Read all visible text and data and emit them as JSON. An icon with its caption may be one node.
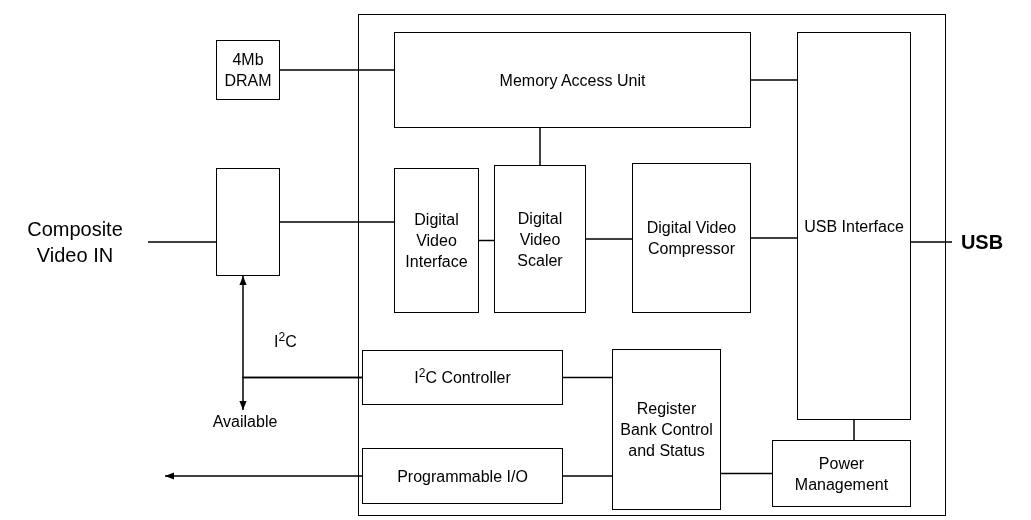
{
  "diagram": {
    "nodes": [
      {
        "text": [
          "Composite Video IN"
        ]
      },
      {
        "text": [
          "4Mb DRAM"
        ]
      },
      {
        "text": [],
        "shape": "box"
      },
      {
        "text": [],
        "shape": "box"
      },
      {
        "text": [
          "Memory Access Unit"
        ],
        "in": 3
      },
      {
        "text": [
          "USB Interface"
        ],
        "in": 3
      },
      {
        "text": [
          "Digital Video Interface"
        ],
        "in": 3
      },
      {
        "text": [
          "Digital Video Scaler"
        ],
        "in": 3
      },
      {
        "text": [
          "Digital Video Compressor"
        ],
        "in": 3
      },
      {
        "text": [
          "I$^{2}$C Controller"
        ],
        "in": 3
      },
      {
        "text": [
          "Register Bank Control and Status"
        ],
        "in": 3
      },
      {
        "text": [
          "Programmable I/O"
        ],
        "in": 3
      },
      {
        "text": [
          "Power Management"
        ],
        "in": 3
      },
      {
        "text": [
          "USB"
        ]
      },
      {
        "text": [
          "Available"
        ]
      }
    ],
    "edges": [
      {
        "from": 1,
        "to": 4,
        "arrow": "none"
      },
      {
        "from": 4,
        "to": 5,
        "arrow": "none"
      },
      {
        "from": 4,
        "to": 7,
        "arrow": "none"
      },
      {
        "from": 0,
        "to": 2,
        "arrow": "none"
      },
      {
        "from": 2,
        "to": 6,
        "arrow": "none"
      },
      {
        "from": 6,
        "to": 7,
        "arrow": "none"
      },
      {
        "from": 7,
        "to": 8,
        "arrow": "none"
      },
      {
        "from": 8,
        "to": 5,
        "arrow": "none"
      },
      {
        "from": 5,
        "to": 13,
        "arrow": "none"
      },
      {
        "from": 5,
        "to": 12,
        "arrow": "none"
      },
      {
        "from": 9,
        "to": 10,
        "arrow": "none"
      },
      {
        "from": 11,
        "to": 10,
        "arrow": "none"
      },
      {
        "from": 12,
        "to": 10,
        "arrow": "none"
      },
      {
        "from": 9,
        "to": 2,
        "arrow": "to",
        "label": "I$^{2}$C"
      },
      {
        "from": 9,
        "to": 14,
        "arrow": "to"
      },
      {
        "from": 11,
        "to": null,
        "arrow": "to"
      }
    ]
  }
}
